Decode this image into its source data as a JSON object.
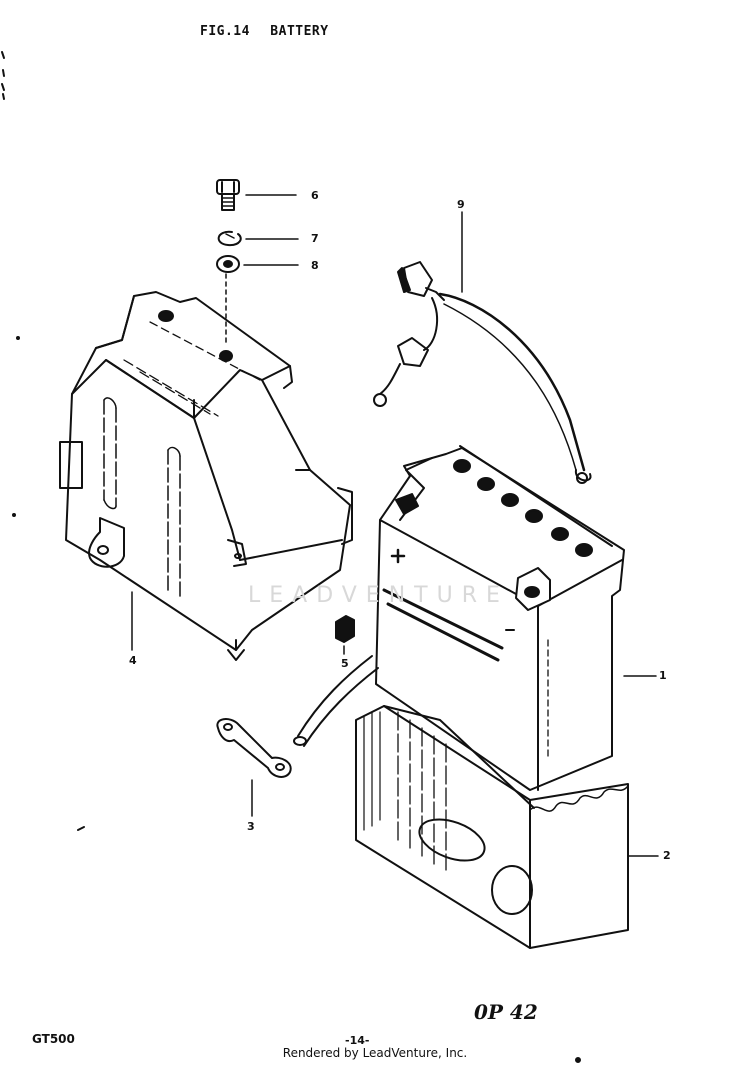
{
  "header": {
    "fig_number": "FIG.14",
    "fig_title": "BATTERY"
  },
  "callouts": [
    "1",
    "2",
    "3",
    "4",
    "5",
    "6",
    "7",
    "8",
    "9"
  ],
  "watermark": "LEADVENTURE",
  "handwritten_note": "0P 42",
  "footer": {
    "model": "GT500",
    "page_number": "-14-",
    "rendered_by": "Rendered by LeadVenture, Inc."
  }
}
